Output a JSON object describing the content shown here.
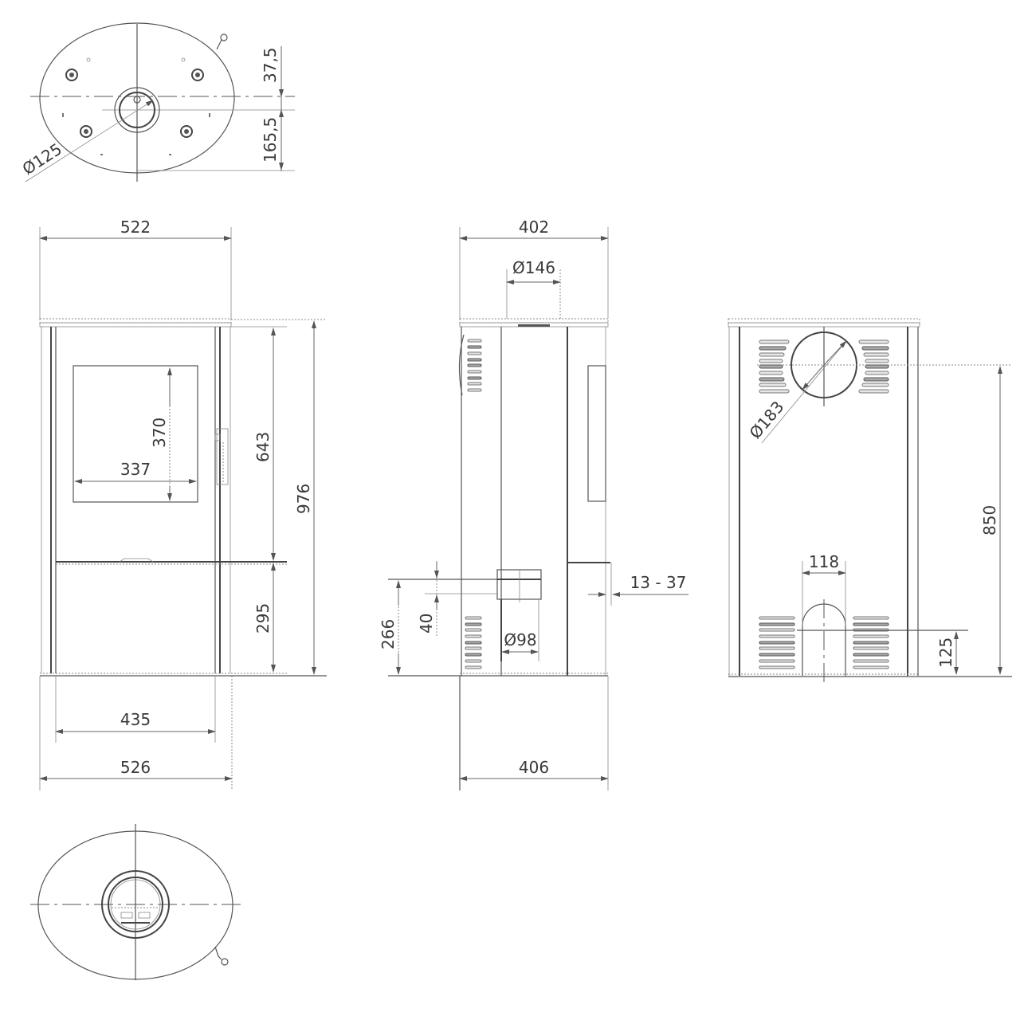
{
  "drawing": {
    "line_color": "#555555",
    "background": "#ffffff",
    "views": {
      "top_view": {
        "label_flue_diameter": "Ø125",
        "dim_offset_small": "37,5",
        "dim_offset_large": "165,5"
      },
      "front_view": {
        "top_width": "522",
        "window_height": "370",
        "window_width": "337",
        "door_height": "643",
        "total_height": "976",
        "lower_height": "295",
        "inner_base_width": "435",
        "base_width": "526"
      },
      "side_view": {
        "top_depth": "402",
        "flue_diameter": "Ø146",
        "air_inlet_height": "266",
        "air_inlet_offset": "40",
        "air_inlet_diameter": "Ø98",
        "wall_distance": "13 - 37",
        "base_depth": "406"
      },
      "rear_view": {
        "rear_flue_diameter": "Ø183",
        "rear_flue_height": "850",
        "lower_opening_width": "118",
        "lower_opening_height": "125"
      },
      "bottom_view": {}
    }
  }
}
